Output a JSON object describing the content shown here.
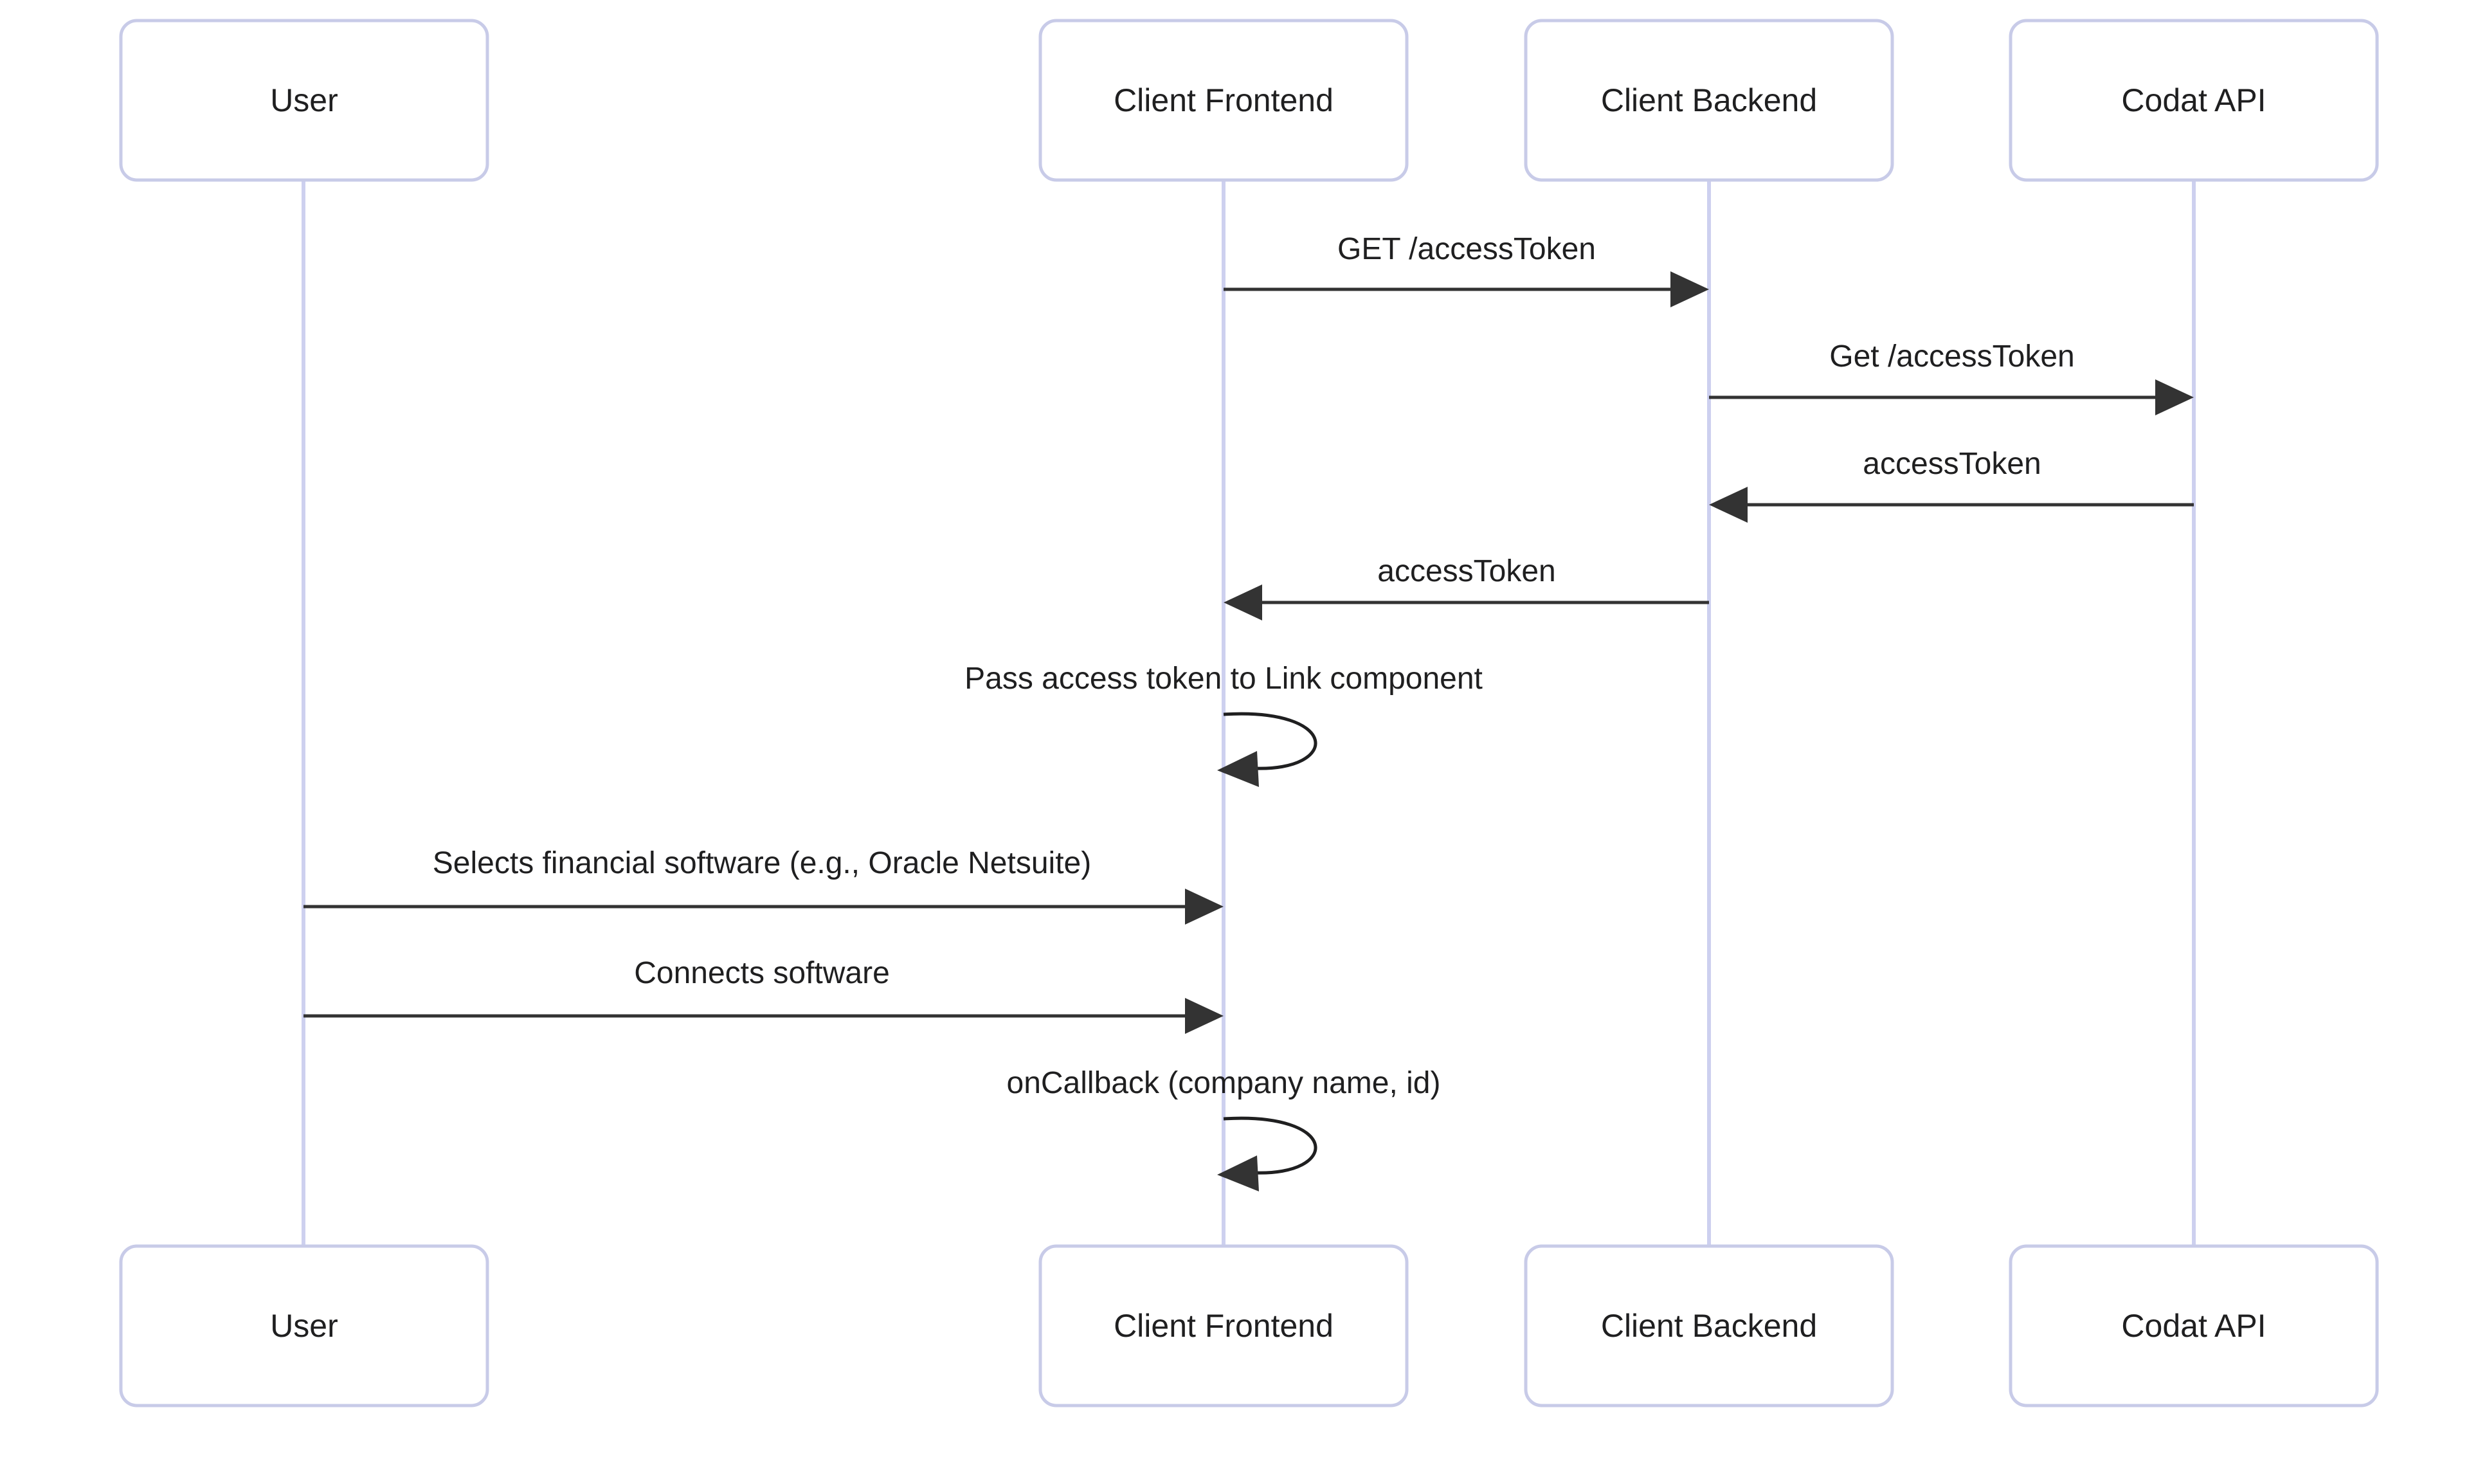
{
  "diagram": {
    "type": "sequence-diagram",
    "title": "",
    "background_color": "#ffffff",
    "actor_border_color": "#c8cbe8",
    "actor_fill_color": "#ffffff",
    "lifeline_color": "#cdd0ef",
    "message_color": "#333333",
    "text_color": "#1f1f20"
  },
  "actors": [
    {
      "id": "user",
      "label": "User"
    },
    {
      "id": "client-frontend",
      "label": "Client Frontend"
    },
    {
      "id": "client-backend",
      "label": "Client Backend"
    },
    {
      "id": "codat-api",
      "label": "Codat API"
    }
  ],
  "actors_bottom": [
    {
      "id": "user",
      "label": "User"
    },
    {
      "id": "client-frontend",
      "label": "Client Frontend"
    },
    {
      "id": "client-backend",
      "label": "Client Backend"
    },
    {
      "id": "codat-api",
      "label": "Codat API"
    }
  ],
  "messages": [
    {
      "index": 1,
      "label": "GET /accessToken",
      "from": "client-frontend",
      "to": "client-backend",
      "direction": "right",
      "kind": "solid-arrow"
    },
    {
      "index": 2,
      "label": "Get /accessToken",
      "from": "client-backend",
      "to": "codat-api",
      "direction": "right",
      "kind": "solid-arrow"
    },
    {
      "index": 3,
      "label": "accessToken",
      "from": "codat-api",
      "to": "client-backend",
      "direction": "left",
      "kind": "solid-arrow"
    },
    {
      "index": 4,
      "label": "accessToken",
      "from": "client-backend",
      "to": "client-frontend",
      "direction": "left",
      "kind": "solid-arrow"
    },
    {
      "index": 5,
      "label": "Pass access token to Link component",
      "from": "client-frontend",
      "to": "client-frontend",
      "direction": "self",
      "kind": "self-loop"
    },
    {
      "index": 6,
      "label": "Selects financial software (e.g., Oracle Netsuite)",
      "from": "user",
      "to": "client-frontend",
      "direction": "right",
      "kind": "solid-arrow"
    },
    {
      "index": 7,
      "label": "Connects software",
      "from": "user",
      "to": "client-frontend",
      "direction": "right",
      "kind": "solid-arrow"
    },
    {
      "index": 8,
      "label": "onCallback (company name, id)",
      "from": "client-frontend",
      "to": "client-frontend",
      "direction": "self",
      "kind": "self-loop"
    }
  ]
}
